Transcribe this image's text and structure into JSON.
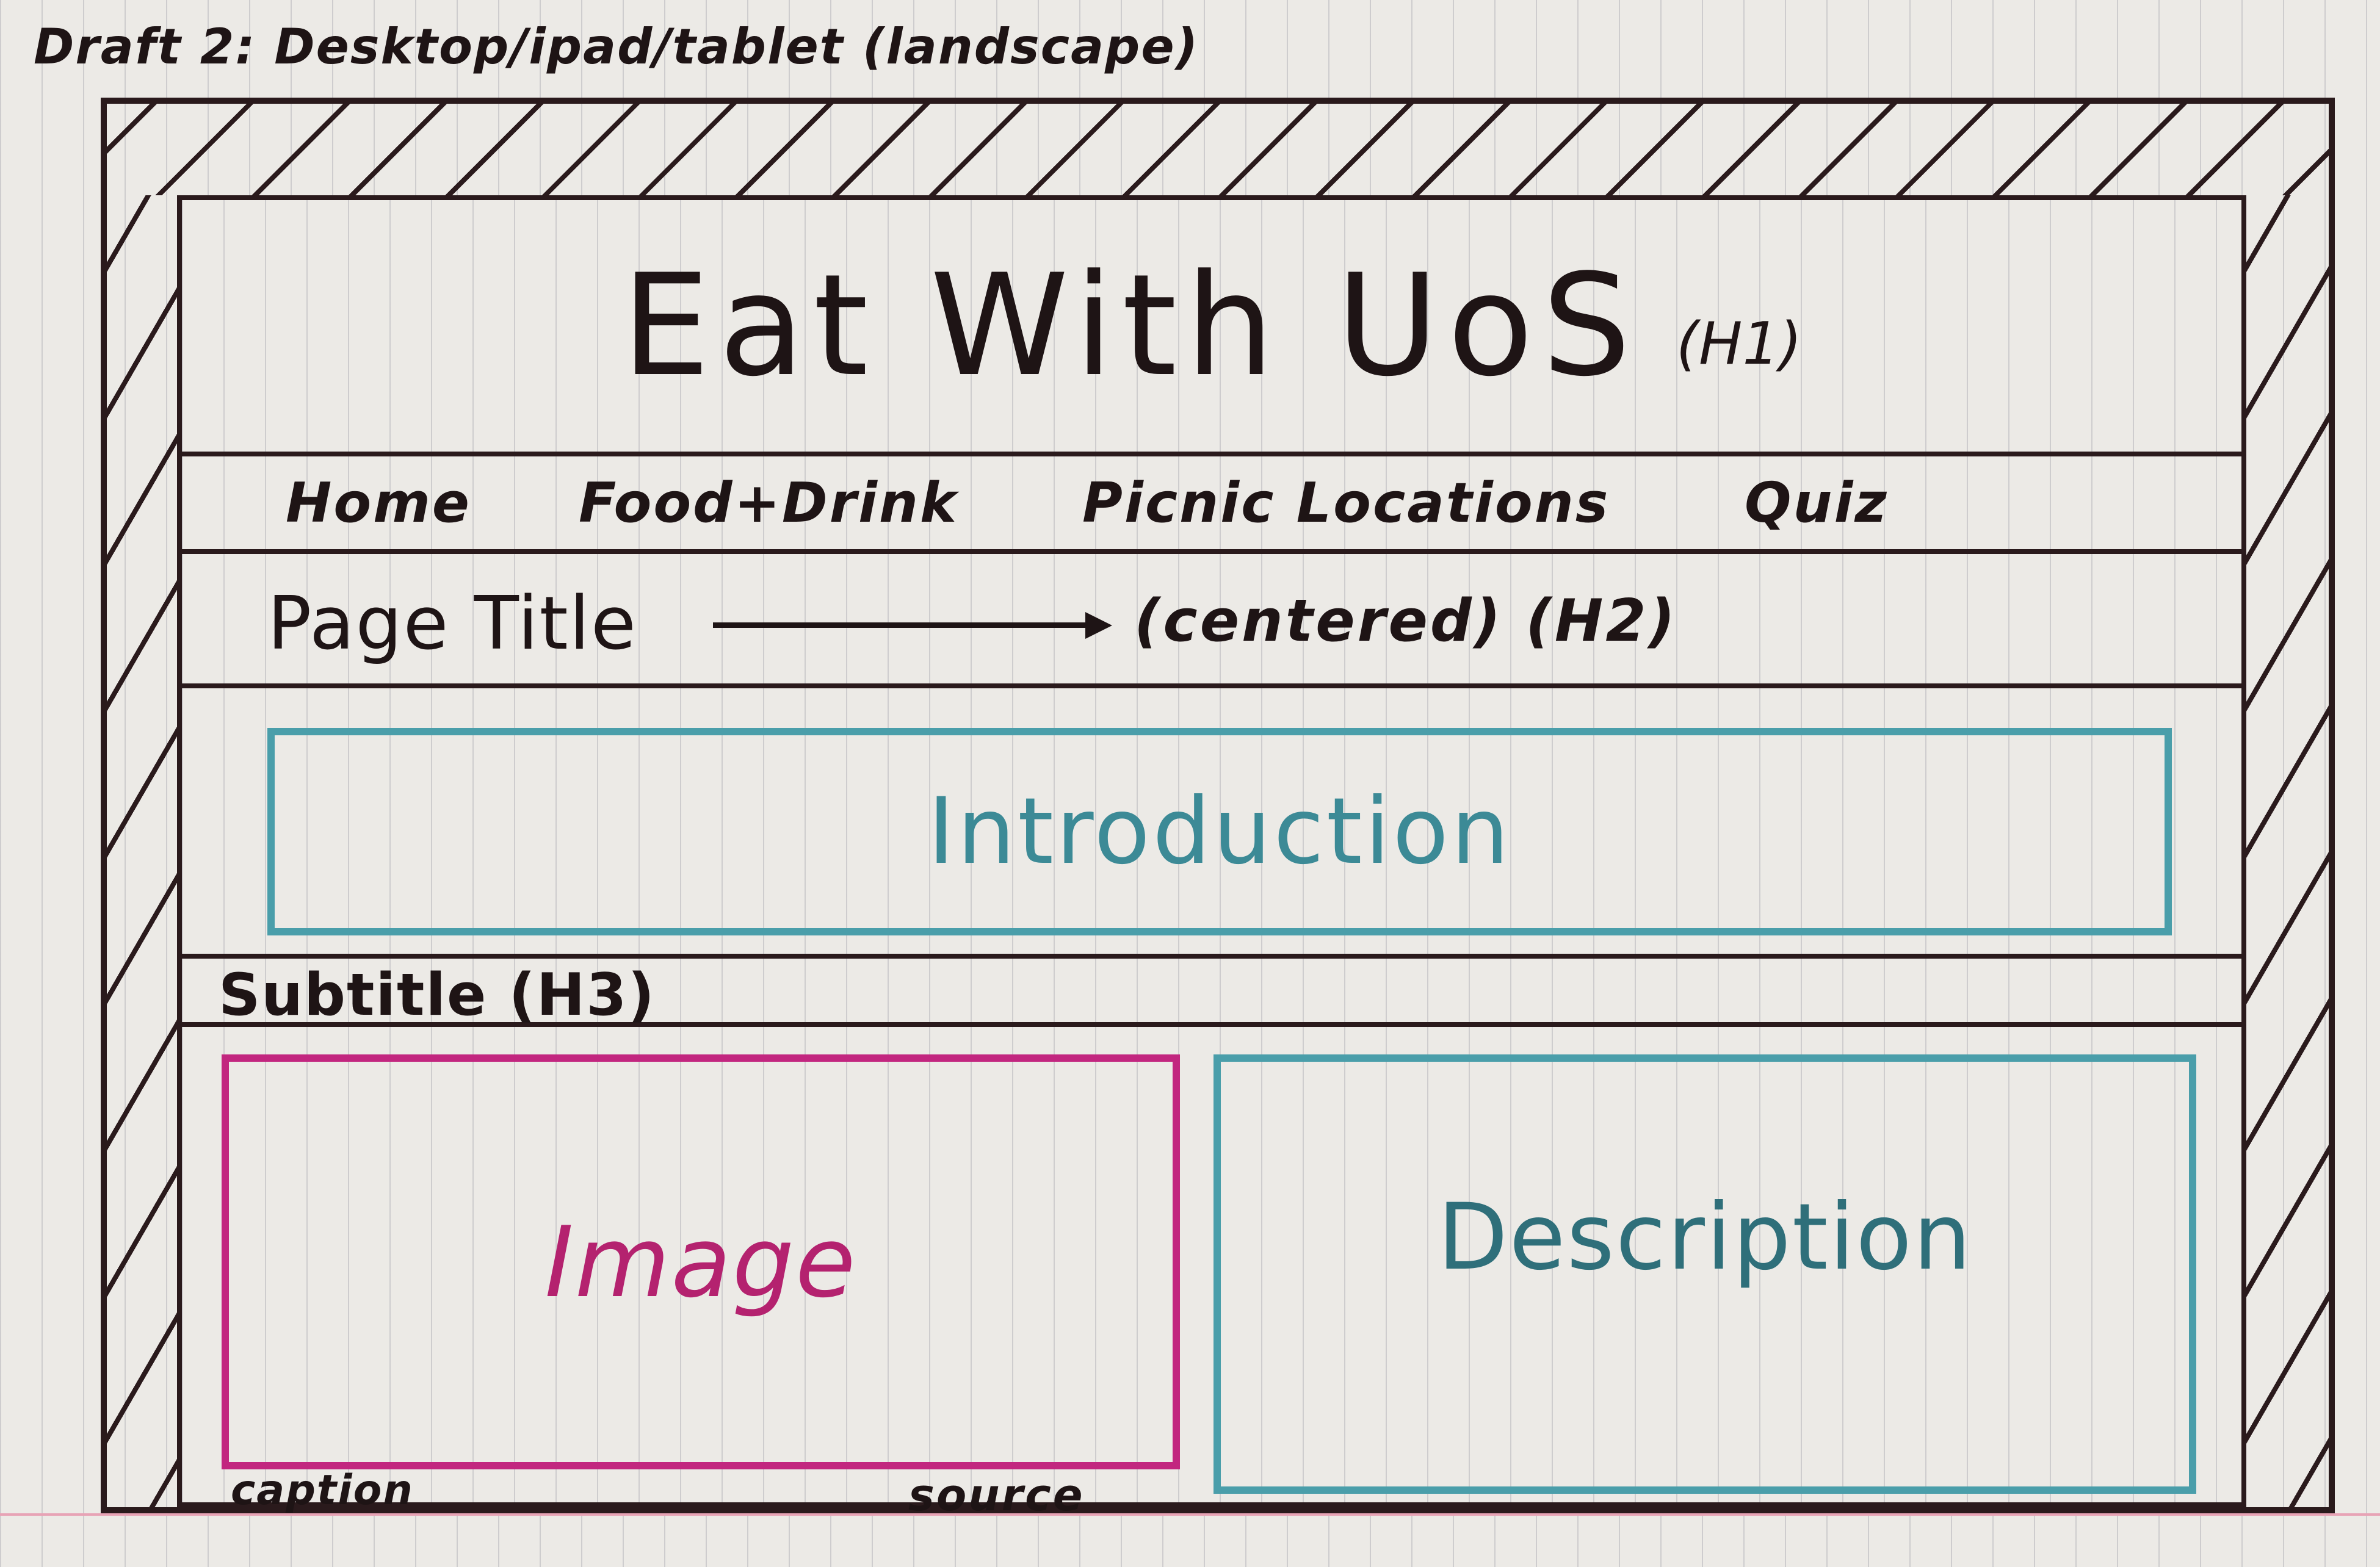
{
  "sheet_heading": "Draft 2: Desktop/ipad/tablet (landscape)",
  "header": {
    "title": "Eat With UoS",
    "title_tag": "(H1)"
  },
  "nav": {
    "items": [
      "Home",
      "Food+Drink",
      "Picnic Locations",
      "Quiz"
    ]
  },
  "page_title": {
    "label": "Page Title",
    "note": "(centered) (H2)"
  },
  "intro": {
    "label": "Introduction"
  },
  "subtitle": {
    "label": "Subtitle (H3)"
  },
  "image": {
    "label": "Image",
    "caption": "caption",
    "source": "source"
  },
  "description": {
    "label": "Description"
  },
  "colors": {
    "ink": "#1e1415",
    "teal_box": "#4a9eaa",
    "magenta_box": "#c2267f"
  }
}
